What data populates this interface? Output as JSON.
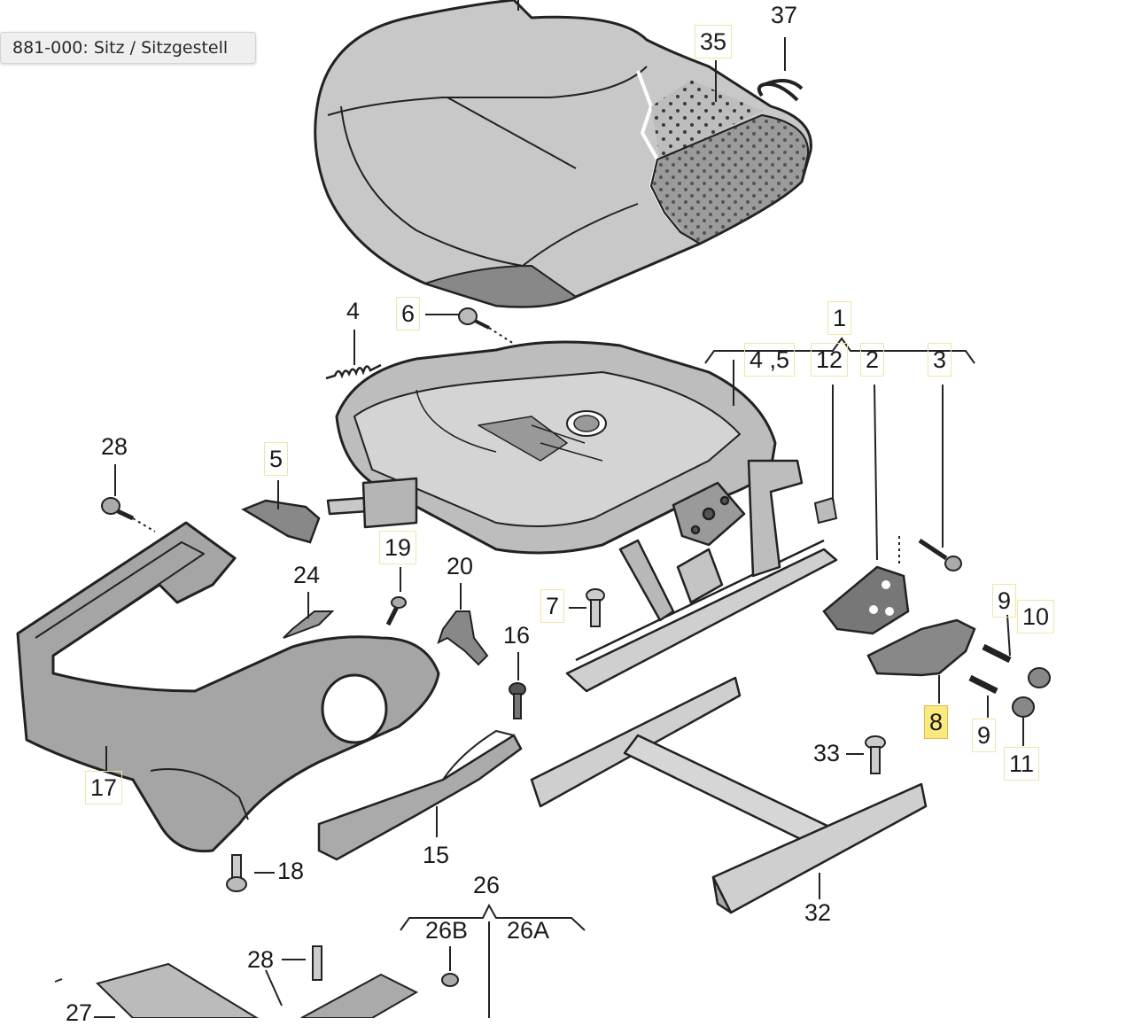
{
  "tooltip": {
    "text": "881-000: Sitz / Sitzgestell"
  },
  "highlight_color": "#fbe97d",
  "labels": {
    "p37": "37",
    "p35": "35",
    "p6": "6",
    "p4": "4",
    "p1": "1",
    "p4_5": "4 ,5",
    "p12": "12",
    "p2": "2",
    "p3": "3",
    "p28": "28",
    "p5": "5",
    "p19": "19",
    "p20": "20",
    "p24": "24",
    "p7": "7",
    "p16": "16",
    "p9a": "9",
    "p10": "10",
    "p8": "8",
    "p9b": "9",
    "p11": "11",
    "p33": "33",
    "p17": "17",
    "p15": "15",
    "p18": "18",
    "p32": "32",
    "p26": "26",
    "p26B": "26B",
    "p26A": "26A",
    "p28b": "28",
    "p27": "27"
  }
}
